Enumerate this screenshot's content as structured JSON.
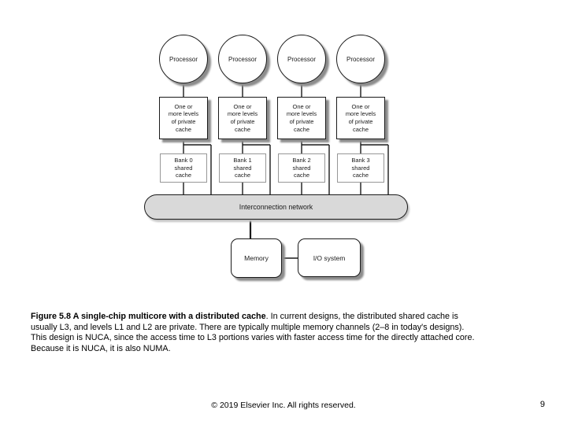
{
  "diagram": {
    "columns": [
      {
        "processor_label": "Processor",
        "cache_label": "One or\nmore levels\nof private\ncache",
        "bank_label": "Bank 0\nshared\ncache"
      },
      {
        "processor_label": "Processor",
        "cache_label": "One or\nmore levels\nof private\ncache",
        "bank_label": "Bank 1\nshared\ncache"
      },
      {
        "processor_label": "Processor",
        "cache_label": "One or\nmore levels\nof private\ncache",
        "bank_label": "Bank 2\nshared\ncache"
      },
      {
        "processor_label": "Processor",
        "cache_label": "One or\nmore levels\nof private\ncache",
        "bank_label": "Bank 3\nshared\ncache"
      }
    ],
    "network_label": "Interconnection network",
    "memory_label": "Memory",
    "io_label": "I/O system",
    "colors": {
      "network_fill": "#d9d9d9",
      "shadow": "#8c8c8c",
      "line": "#1a1a1a"
    }
  },
  "caption": {
    "line1_bold": "Figure 5.8 A single-chip multicore with a distributed cache",
    "line1_rest": ". In current designs, the distributed shared cache is",
    "line2": "usually L3, and levels L1 and L2 are private. There are typically multiple memory channels (2–8 in today's designs).",
    "line3": "This design is NUCA, since the access time to L3 portions varies with faster access time for the directly attached core.",
    "line4": "Because it is NUCA, it is also NUMA."
  },
  "footer": {
    "copyright": "© 2019 Elsevier Inc. All rights reserved.",
    "page_number": "9"
  }
}
